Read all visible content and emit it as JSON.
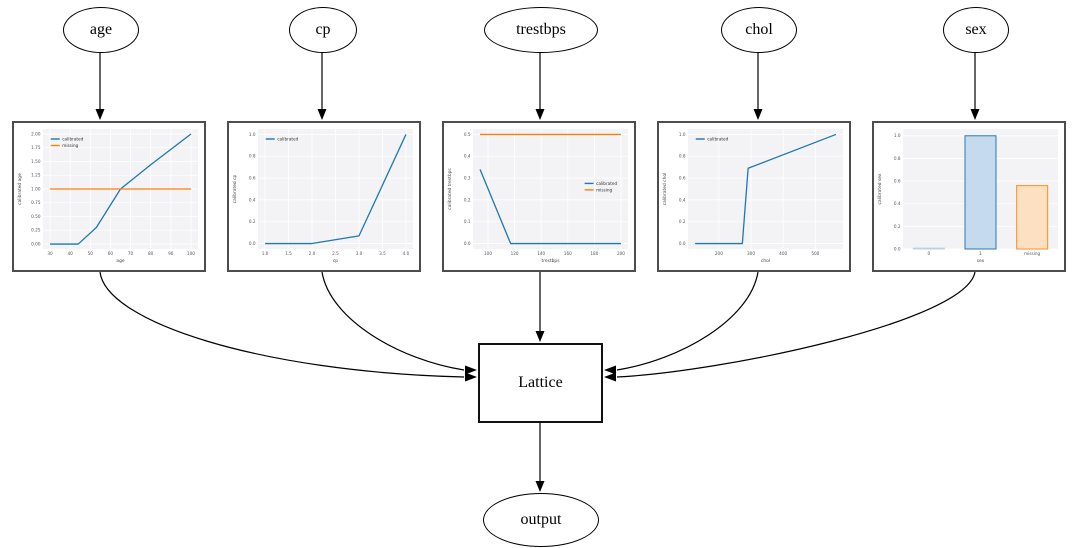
{
  "nodes": {
    "inputs": [
      {
        "id": "age",
        "label": "age"
      },
      {
        "id": "cp",
        "label": "cp"
      },
      {
        "id": "trestbps",
        "label": "trestbps"
      },
      {
        "id": "chol",
        "label": "chol"
      },
      {
        "id": "sex",
        "label": "sex"
      }
    ],
    "lattice": {
      "label": "Lattice"
    },
    "output": {
      "label": "output"
    }
  },
  "edges": [
    "age→age-calibration",
    "cp→cp-calibration",
    "trestbps→trestbps-calibration",
    "chol→chol-calibration",
    "sex→sex-calibration",
    "age-calibration→Lattice",
    "cp-calibration→Lattice",
    "trestbps-calibration→Lattice",
    "chol-calibration→Lattice",
    "sex-calibration→Lattice",
    "Lattice→output"
  ],
  "colors": {
    "calibrated_line": "#1f77b4",
    "missing_line": "#ff7f0e",
    "plot_background": "#f3f3f5",
    "grid": "#ffffff",
    "edge_stroke": "#000000"
  },
  "chart_data": [
    {
      "node": "age",
      "type": "line",
      "xlabel": "age",
      "ylabel": "calibrated age",
      "xlim": [
        26.5,
        103.5
      ],
      "ylim": [
        -0.09,
        2.09
      ],
      "xticks": [
        30,
        40,
        50,
        60,
        70,
        80,
        90,
        100
      ],
      "xticklabels": [
        "30",
        "40",
        "50",
        "60",
        "70",
        "80",
        "90",
        "100"
      ],
      "yticks": [
        0,
        0.25,
        0.5,
        0.75,
        1.0,
        1.25,
        1.5,
        1.75,
        2.0
      ],
      "yticklabels": [
        "0.00",
        "0.25",
        "0.50",
        "0.75",
        "1.00",
        "1.25",
        "1.50",
        "1.75",
        "2.00"
      ],
      "series": [
        {
          "name": "calibrated",
          "color": "#1f77b4",
          "points": [
            [
              30,
              0
            ],
            [
              44,
              0
            ],
            [
              53,
              0.3
            ],
            [
              65,
              1.0
            ],
            [
              80,
              1.44
            ],
            [
              100,
              2.0
            ]
          ]
        },
        {
          "name": "missing",
          "color": "#ff7f0e",
          "points": [
            [
              30,
              1.0
            ],
            [
              100,
              1.0
            ]
          ]
        }
      ],
      "legend": {
        "fx": 0.05,
        "fy": 0.05,
        "entries": [
          {
            "label": "calibrated",
            "color": "#1f77b4"
          },
          {
            "label": "missing",
            "color": "#ff7f0e"
          }
        ]
      }
    },
    {
      "node": "cp",
      "type": "line",
      "xlabel": "cp",
      "ylabel": "calibrated cp",
      "xlim": [
        0.85,
        4.15
      ],
      "ylim": [
        -0.05,
        1.05
      ],
      "xticks": [
        1.0,
        1.5,
        2.0,
        2.5,
        3.0,
        3.5,
        4.0
      ],
      "xticklabels": [
        "1.0",
        "1.5",
        "2.0",
        "2.5",
        "3.0",
        "3.5",
        "4.0"
      ],
      "yticks": [
        0,
        0.2,
        0.4,
        0.6,
        0.8,
        1.0
      ],
      "yticklabels": [
        "0.0",
        "0.2",
        "0.4",
        "0.6",
        "0.8",
        "1.0"
      ],
      "series": [
        {
          "name": "calibrated",
          "color": "#1f77b4",
          "points": [
            [
              1,
              0
            ],
            [
              2,
              0
            ],
            [
              3,
              0.07
            ],
            [
              4,
              1.0
            ]
          ]
        }
      ],
      "legend": {
        "fx": 0.05,
        "fy": 0.05,
        "entries": [
          {
            "label": "calibrated",
            "color": "#1f77b4"
          }
        ]
      }
    },
    {
      "node": "trestbps",
      "type": "line",
      "xlabel": "trestbps",
      "ylabel": "calibrated trestbps",
      "xlim": [
        88.7,
        205.3
      ],
      "ylim": [
        -0.025,
        0.525
      ],
      "xticks": [
        100,
        120,
        140,
        160,
        180,
        200
      ],
      "xticklabels": [
        "100",
        "120",
        "140",
        "160",
        "180",
        "200"
      ],
      "yticks": [
        0,
        0.1,
        0.2,
        0.3,
        0.4,
        0.5
      ],
      "yticklabels": [
        "0.0",
        "0.1",
        "0.2",
        "0.3",
        "0.4",
        "0.5"
      ],
      "series": [
        {
          "name": "calibrated",
          "color": "#1f77b4",
          "points": [
            [
              94,
              0.34
            ],
            [
              117,
              0
            ],
            [
              200,
              0
            ]
          ]
        },
        {
          "name": "missing",
          "color": "#ff7f0e",
          "points": [
            [
              94,
              0.5
            ],
            [
              200,
              0.5
            ]
          ]
        }
      ],
      "legend": {
        "fx": 0.72,
        "fy": 0.42,
        "entries": [
          {
            "label": "calibrated",
            "color": "#1f77b4"
          },
          {
            "label": "missing",
            "color": "#ff7f0e"
          }
        ]
      }
    },
    {
      "node": "chol",
      "type": "line",
      "xlabel": "chol",
      "ylabel": "calibrated chol",
      "xlim": [
        104,
        586
      ],
      "ylim": [
        -0.05,
        1.05
      ],
      "xticks": [
        200,
        300,
        400,
        500
      ],
      "xticklabels": [
        "200",
        "300",
        "400",
        "500"
      ],
      "yticks": [
        0,
        0.2,
        0.4,
        0.6,
        0.8,
        1.0
      ],
      "yticklabels": [
        "0.0",
        "0.2",
        "0.4",
        "0.6",
        "0.8",
        "1.0"
      ],
      "series": [
        {
          "name": "calibrated",
          "color": "#1f77b4",
          "points": [
            [
              126,
              0
            ],
            [
              273,
              0
            ],
            [
              291,
              0.69
            ],
            [
              564,
              1.0
            ]
          ]
        }
      ],
      "legend": {
        "fx": 0.05,
        "fy": 0.05,
        "entries": [
          {
            "label": "calibrated",
            "color": "#1f77b4"
          }
        ]
      }
    },
    {
      "node": "sex",
      "type": "bar",
      "xlabel": "sex",
      "ylabel": "calibrated sex",
      "ylim": [
        0,
        1.06
      ],
      "categories": [
        "0",
        "1",
        "missing"
      ],
      "values": [
        0.008,
        1.0,
        0.56
      ],
      "yticks": [
        0,
        0.2,
        0.4,
        0.6,
        0.8,
        1.0
      ],
      "yticklabels": [
        "0.0",
        "0.2",
        "0.4",
        "0.6",
        "0.8",
        "1.0"
      ],
      "bar_styles": [
        {
          "fill": "#dce8f3",
          "stroke": "#b9d2e8"
        },
        {
          "fill": "#c5daec",
          "stroke": "#2878b5"
        },
        {
          "fill": "#fde0c2",
          "stroke": "#ff8b1e"
        }
      ]
    }
  ]
}
